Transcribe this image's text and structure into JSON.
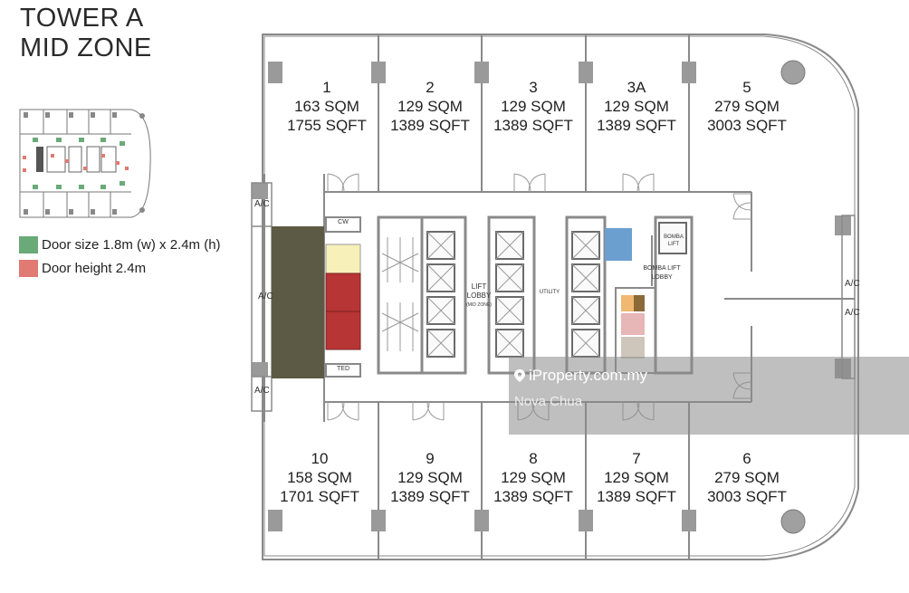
{
  "title": {
    "line1": "TOWER A",
    "line2": "MID ZONE"
  },
  "legend": [
    {
      "label": "Door size 1.8m (w) x 2.4m (h)",
      "color": "#6aaa78"
    },
    {
      "label": "Door height 2.4m",
      "color": "#e07a72"
    }
  ],
  "units_top": [
    {
      "num": "1",
      "sqm": "163 SQM",
      "sqft": "1755 SQFT"
    },
    {
      "num": "2",
      "sqm": "129 SQM",
      "sqft": "1389 SQFT"
    },
    {
      "num": "3",
      "sqm": "129 SQM",
      "sqft": "1389 SQFT"
    },
    {
      "num": "3A",
      "sqm": "129 SQM",
      "sqft": "1389 SQFT"
    },
    {
      "num": "5",
      "sqm": "279 SQM",
      "sqft": "3003 SQFT"
    }
  ],
  "units_bottom": [
    {
      "num": "10",
      "sqm": "158 SQM",
      "sqft": "1701 SQFT"
    },
    {
      "num": "9",
      "sqm": "129 SQM",
      "sqft": "1389 SQFT"
    },
    {
      "num": "8",
      "sqm": "129 SQM",
      "sqft": "1389 SQFT"
    },
    {
      "num": "7",
      "sqm": "129 SQM",
      "sqft": "1389 SQFT"
    },
    {
      "num": "6",
      "sqm": "279 SQM",
      "sqft": "3003 SQFT"
    }
  ],
  "core_labels": {
    "lift_lobby": "LIFT LOBBY",
    "mid_zone": "(MID ZONE)",
    "utility": "UTILITY",
    "bomba_lift": "BOMBA LIFT",
    "bomba_lift_lobby": "BOMBA LIFT LOBBY",
    "cw": "CW",
    "ted": "TED",
    "ac": "A/C"
  },
  "watermark": {
    "brand": "iProperty.com.my",
    "agent": "Nova Chua"
  },
  "colors": {
    "wall": "#8a8a8a",
    "olive": "#5c5a44",
    "red": "#b83535",
    "yellow": "#f7f0b8",
    "blue": "#6b9fcf",
    "overlay": "#8a8a8a"
  }
}
